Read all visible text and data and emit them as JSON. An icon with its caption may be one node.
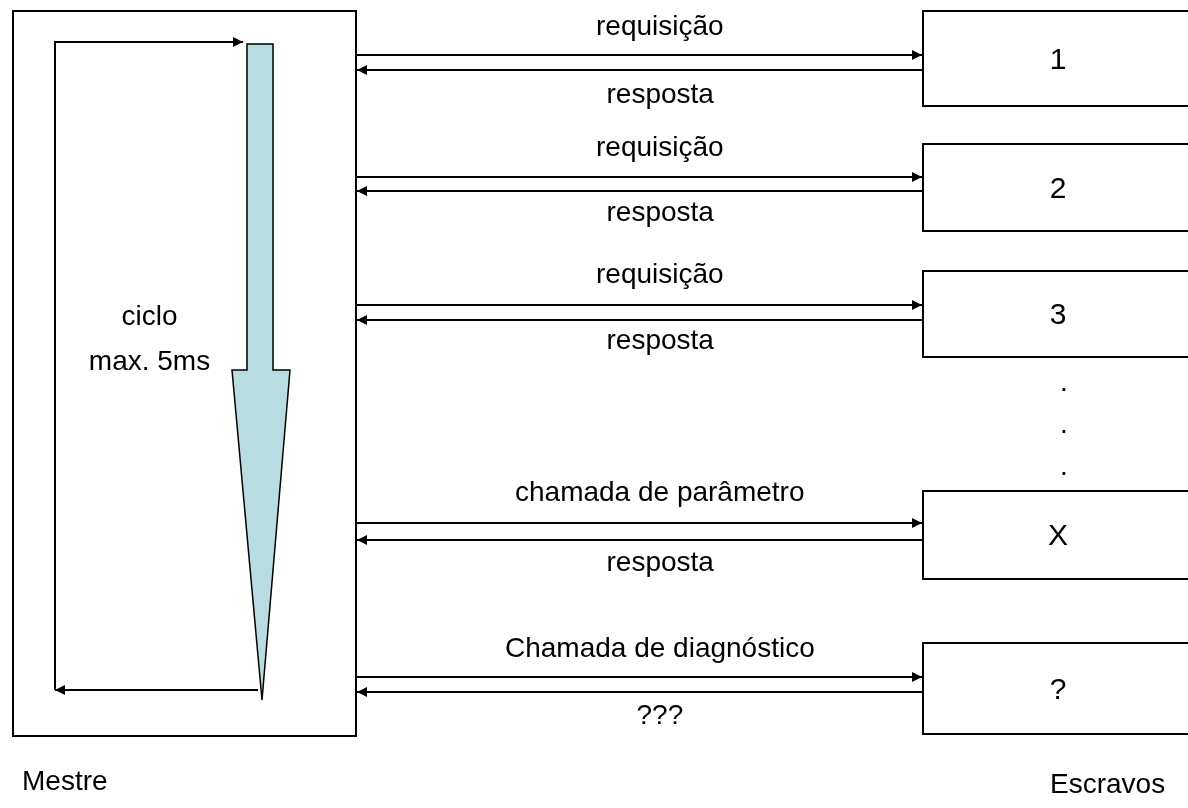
{
  "diagram": {
    "nodes": [
      {
        "text": [
          "Mestre"
        ]
      },
      {
        "text": [
          "1"
        ]
      },
      {
        "text": [
          "2"
        ]
      },
      {
        "text": [
          "3"
        ]
      },
      {
        "text": [
          "X"
        ]
      },
      {
        "text": [
          "?"
        ]
      }
    ],
    "edges": [
      {
        "from": 0,
        "to": 1,
        "arrow": "to",
        "label": "requisição"
      },
      {
        "from": 1,
        "to": 0,
        "arrow": "to",
        "label": "resposta"
      },
      {
        "from": 0,
        "to": 2,
        "arrow": "to",
        "label": "requisição"
      },
      {
        "from": 2,
        "to": 0,
        "arrow": "to",
        "label": "resposta"
      },
      {
        "from": 0,
        "to": 3,
        "arrow": "to",
        "label": "requisição"
      },
      {
        "from": 3,
        "to": 0,
        "arrow": "to",
        "label": "resposta"
      },
      {
        "from": 0,
        "to": 4,
        "arrow": "to",
        "label": "chamada de parâmetro"
      },
      {
        "from": 4,
        "to": 0,
        "arrow": "to",
        "label": "resposta"
      },
      {
        "from": 0,
        "to": 5,
        "arrow": "to",
        "label": "Chamada de diagnóstico"
      },
      {
        "from": 5,
        "to": 0,
        "arrow": "to",
        "label": "???"
      }
    ],
    "labels": [
      "ciclo max. 5ms",
      ".",
      ".",
      ".",
      "Escravos"
    ]
  }
}
